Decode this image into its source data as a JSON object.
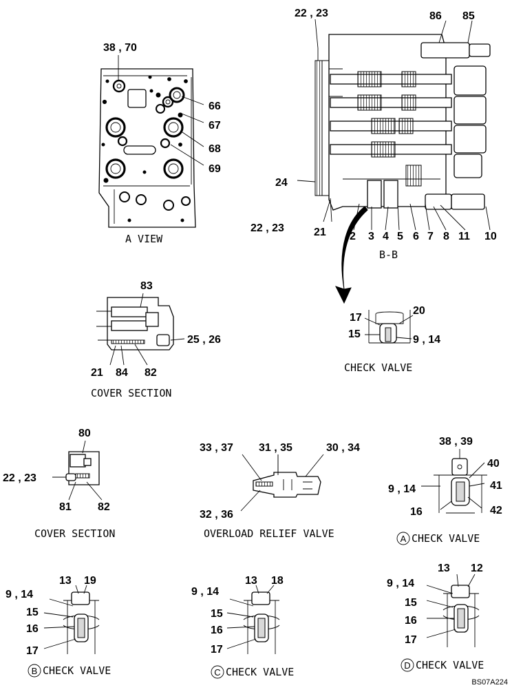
{
  "title": "",
  "drawing_code": "BS07A224",
  "captions": {
    "a_view": "A VIEW",
    "b_b": "B-B",
    "check_valve": "CHECK VALVE",
    "cover_section_1": "COVER SECTION",
    "cover_section_2": "COVER SECTION",
    "overload_relief_valve": "OVERLOAD RELIEF VALVE",
    "a_check_valve": "CHECK VALVE",
    "b_check_valve": "CHECK VALVE",
    "c_check_valve": "CHECK VALVE",
    "d_check_valve": "CHECK VALVE"
  },
  "circle_letters": {
    "a": "A",
    "b": "B",
    "c": "C",
    "d": "D"
  },
  "a_view_callouts": [
    "38 , 70",
    "66",
    "67",
    "68",
    "69"
  ],
  "bb_callouts": [
    "22 , 23",
    "86",
    "85",
    "24",
    "22 , 23",
    "21",
    "2",
    "3",
    "4",
    "5",
    "6",
    "7",
    "8",
    "11",
    "10"
  ],
  "check_valve_callouts": [
    "17",
    "20",
    "15",
    "9 , 14"
  ],
  "cover1_callouts": [
    "83",
    "25 , 26",
    "21",
    "84",
    "82"
  ],
  "cover2_callouts": [
    "80",
    "22 , 23",
    "81",
    "82"
  ],
  "relief_callouts": [
    "33 , 37",
    "31 , 35",
    "30 , 34",
    "32 , 36"
  ],
  "a_check_callouts": [
    "38 , 39",
    "40",
    "9 , 14",
    "41",
    "16",
    "42"
  ],
  "b_check_callouts": [
    "13",
    "19",
    "9 , 14",
    "15",
    "16",
    "17"
  ],
  "c_check_callouts": [
    "13",
    "18",
    "9 , 14",
    "15",
    "16",
    "17"
  ],
  "d_check_callouts": [
    "13",
    "12",
    "9 , 14",
    "15",
    "16",
    "17"
  ]
}
